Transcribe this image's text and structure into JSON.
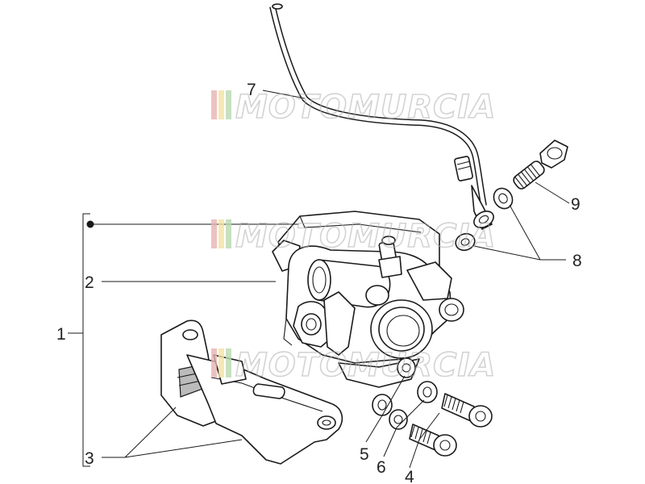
{
  "watermark": {
    "text": "MOTOMURCIA",
    "stripe_colors": [
      "#e6b3b3",
      "#f2e2a0",
      "#b8d8b0"
    ],
    "letter_color": "#b0b0b0"
  },
  "callouts": {
    "c1": "1",
    "c2": "2",
    "c3": "3",
    "c4": "4",
    "c5": "5",
    "c6": "6",
    "c7": "7",
    "c8": "8",
    "c9": "9"
  },
  "colors": {
    "line": "#1a1a1a",
    "pad": "#555555"
  }
}
